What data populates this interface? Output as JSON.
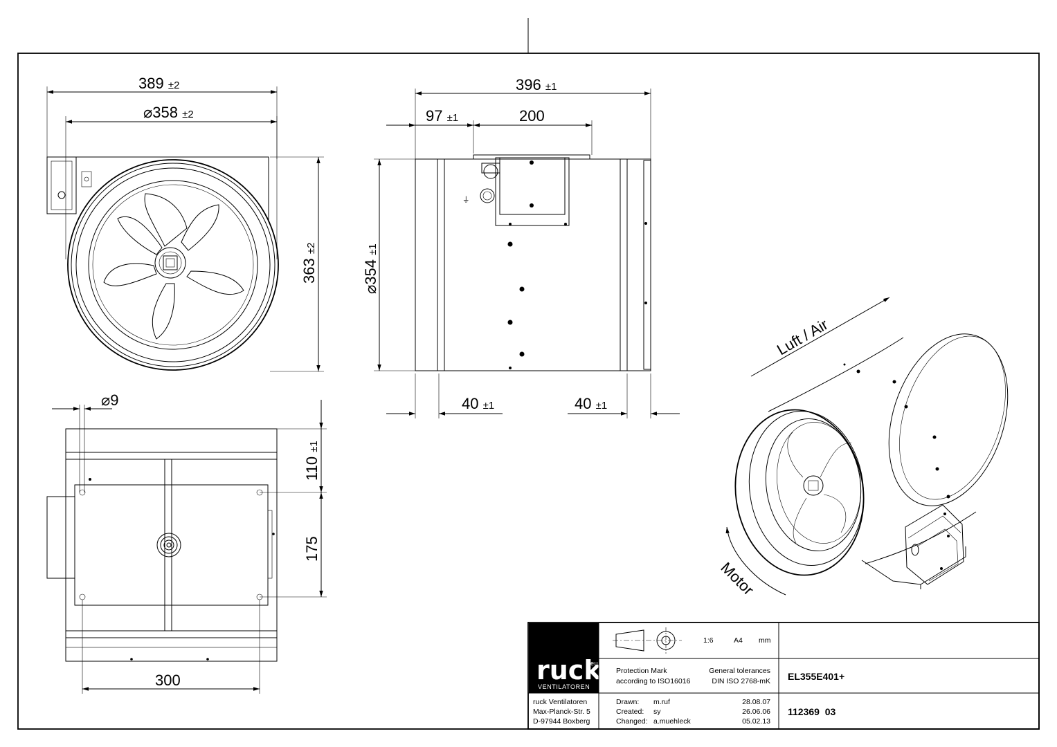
{
  "dimensions": {
    "front_width": "389",
    "front_width_tol": "±2",
    "front_dia": "358",
    "front_dia_tol": "±2",
    "front_height": "363",
    "front_height_tol": "±2",
    "side_length": "396",
    "side_length_tol": "±1",
    "side_offset": "97",
    "side_offset_tol": "±1",
    "side_box": "200",
    "side_dia": "354",
    "side_dia_tol": "±1",
    "rim_left": "40",
    "rim_left_tol": "±1",
    "rim_right": "40",
    "rim_right_tol": "±1",
    "hole_dia": "9",
    "bottom_110": "110",
    "bottom_110_tol": "±1",
    "bottom_175": "175",
    "bottom_300": "300",
    "dia_symbol": "⌀"
  },
  "annotations": {
    "airflow": "Luft / Air",
    "rotation": "Motor"
  },
  "title_block": {
    "logo": "ruck",
    "logo_superscript": "eu",
    "logo_sub": "VENTILATOREN",
    "company": [
      "ruck Ventilatoren",
      "Max-Planck-Str. 5",
      "D-97944 Boxberg"
    ],
    "scale": "1:6",
    "paper": "A4",
    "units": "mm",
    "protection_mark": [
      "Protection Mark",
      "according to ISO16016"
    ],
    "tolerances": [
      "General tolerances",
      "DIN ISO 2768-mK"
    ],
    "model": "EL355E401+",
    "drawn_label": "Drawn:",
    "drawn_by": "m.ruf",
    "drawn_date": "28.08.07",
    "created_label": "Created:",
    "created_by": "sy",
    "created_date": "26.06.06",
    "changed_label": "Changed:",
    "changed_by": "a.muehleck",
    "changed_date": "05.02.13",
    "drawing_number": "112369  03"
  }
}
